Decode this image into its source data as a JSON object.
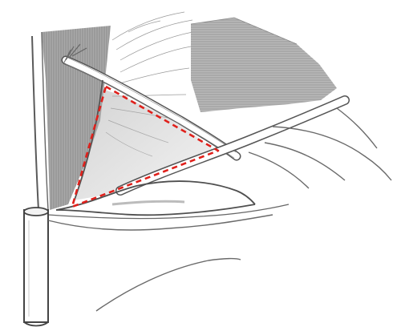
{
  "figure": {
    "style": "pencil-sketch",
    "colors": {
      "paper": "#ffffff",
      "graphite_dark": "#4a4a4a",
      "graphite_mid": "#7a7a7a",
      "graphite_light": "#b5b5b5",
      "shade_dark": "#8c8c8c",
      "shade_light": "#c9c9c9",
      "highlight_triangle": "#e0201b"
    },
    "highlight": {
      "shape": "triangle",
      "line_style": "dashed"
    }
  }
}
